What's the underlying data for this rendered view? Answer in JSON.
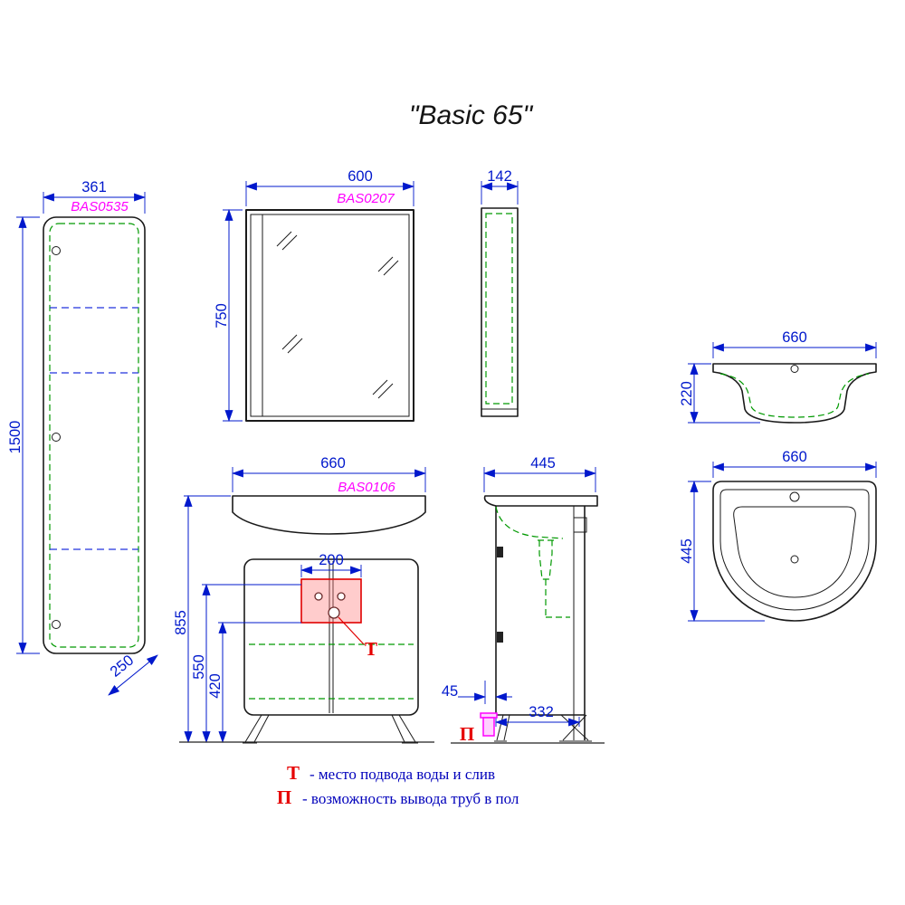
{
  "title": "\"Basic 65\"",
  "legend": {
    "t_symbol": "Т",
    "t_text": "- место подвода воды и слив",
    "p_symbol": "П",
    "p_text": "- возможность вывода труб в пол"
  },
  "symbols": {
    "t": "Т",
    "p": "П"
  },
  "tall_cabinet": {
    "code": "BAS0535",
    "width_mm": "361",
    "height_mm": "1500",
    "depth_mm": "250"
  },
  "mirror_cabinet": {
    "code": "BAS0207",
    "width_mm": "600",
    "height_mm": "750",
    "depth_mm": "142"
  },
  "washbasin_front": {
    "width_mm": "660",
    "height_mm": "220"
  },
  "washbasin_plan": {
    "width_mm": "660",
    "depth_mm": "445"
  },
  "vanity": {
    "code": "BAS0106",
    "width_mm": "660",
    "height_mm": "855",
    "supply_height_mm": "550",
    "drain_height_mm": "420",
    "supply_zone_width_mm": "200",
    "depth_mm": "445",
    "front_offset_mm": "45",
    "base_depth_mm": "332"
  },
  "colors": {
    "dimension": "#0018cc",
    "product_code": "#ff00ff",
    "marker": "#e60000",
    "door_dashed": "#009900",
    "shelf_dashed": "#2233dd",
    "outline": "#1a1a1a"
  }
}
